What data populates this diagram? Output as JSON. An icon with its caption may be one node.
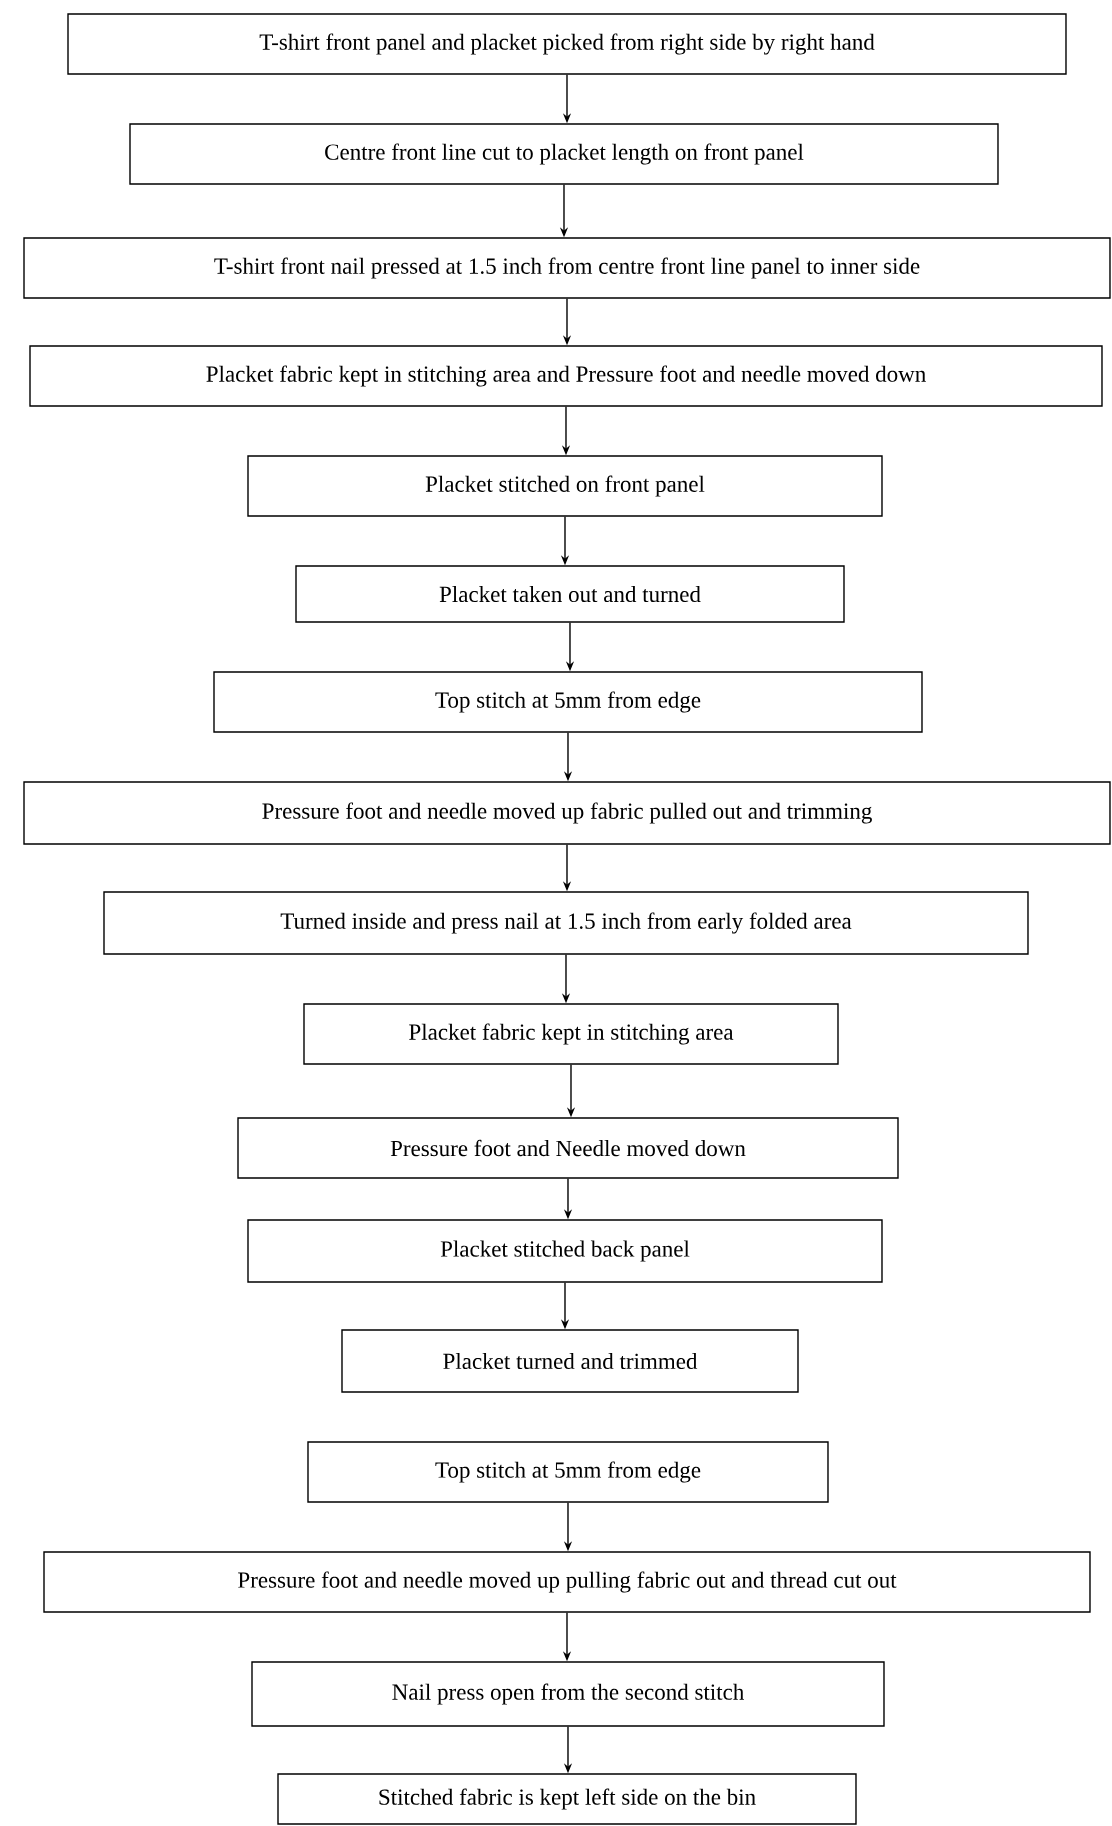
{
  "diagram": {
    "nodes": [
      {
        "text": [
          "T-shirt front panel and placket picked from right side by right hand"
        ]
      },
      {
        "text": [
          "Centre front line cut to placket length on front panel"
        ]
      },
      {
        "text": [
          "T-shirt front nail pressed at 1.5 inch from centre front line panel to inner side"
        ]
      },
      {
        "text": [
          "Placket fabric kept in stitching area and Pressure foot and needle moved down"
        ]
      },
      {
        "text": [
          "Placket stitched on front panel"
        ]
      },
      {
        "text": [
          "Placket taken out and turned"
        ]
      },
      {
        "text": [
          "Top stitch at 5mm from edge"
        ]
      },
      {
        "text": [
          "Pressure foot and needle moved up fabric pulled out and trimming"
        ]
      },
      {
        "text": [
          "Turned inside and press nail at 1.5 inch from early folded area"
        ]
      },
      {
        "text": [
          "Placket fabric kept in stitching area"
        ]
      },
      {
        "text": [
          "Pressure foot and Needle moved down"
        ]
      },
      {
        "text": [
          "Placket stitched back panel"
        ]
      },
      {
        "text": [
          "Placket turned and trimmed"
        ]
      },
      {
        "text": [
          "Top stitch at 5mm from edge"
        ]
      },
      {
        "text": [
          "Pressure foot and needle moved up pulling fabric out and thread cut out"
        ]
      },
      {
        "text": [
          "Nail press open from the second stitch"
        ]
      },
      {
        "text": [
          "Stitched fabric is kept left side on the bin"
        ]
      }
    ],
    "edges": [
      {
        "from": 0,
        "to": 1,
        "arrow": "to"
      },
      {
        "from": 1,
        "to": 2,
        "arrow": "to"
      },
      {
        "from": 2,
        "to": 3,
        "arrow": "to"
      },
      {
        "from": 3,
        "to": 4,
        "arrow": "to"
      },
      {
        "from": 4,
        "to": 5,
        "arrow": "to"
      },
      {
        "from": 5,
        "to": 6,
        "arrow": "to"
      },
      {
        "from": 6,
        "to": 7,
        "arrow": "to"
      },
      {
        "from": 7,
        "to": 8,
        "arrow": "to"
      },
      {
        "from": 8,
        "to": 9,
        "arrow": "to"
      },
      {
        "from": 9,
        "to": 10,
        "arrow": "to"
      },
      {
        "from": 10,
        "to": 11,
        "arrow": "to"
      },
      {
        "from": 11,
        "to": 12,
        "arrow": "to"
      },
      {
        "from": 13,
        "to": 14,
        "arrow": "to"
      },
      {
        "from": 14,
        "to": 15,
        "arrow": "to"
      },
      {
        "from": 15,
        "to": 16,
        "arrow": "to"
      }
    ]
  }
}
